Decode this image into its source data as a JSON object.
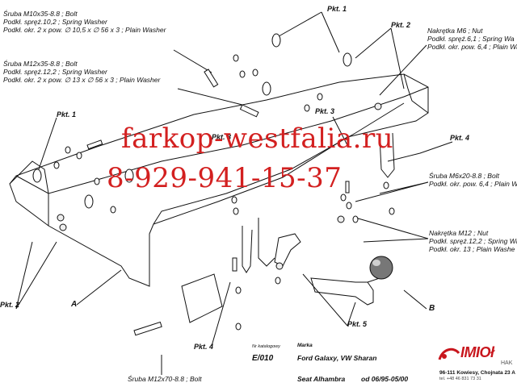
{
  "labels": {
    "bolt_m10": [
      "Śruba M10x35-8.8 ;  Bolt",
      "Podkł. spręż.10,2 ; Spring Washer",
      "Podkł. okr. 2 x pow. ∅ 10,5 x ∅ 56 x 3 ; Plain Washer"
    ],
    "bolt_m12": [
      "Śruba M12x35-8.8 ;  Bolt",
      "Podkł. spręż.12,2 ; Spring Washer",
      "Podkł. okr. 2 x pow. ∅ 13 x ∅ 56 x 3 ; Plain Washer"
    ],
    "nut_m6": [
      "Nakrętka  M6 ; Nut",
      "Podkł. spręż.6,1 ; Spring Wa",
      "Podkł. okr. pow. 6,4 ; Plain Wa"
    ],
    "bolt_m6": [
      "Śruba M6x20-8.8 ;  Bolt",
      "Podkł. okr. pow.  6,4 ; Plain W"
    ],
    "nut_m12": [
      "Nakrętka  M12 ; Nut",
      "Podkł. spręż.12,2 ; Spring Wa",
      "Podkł. okr. 13 ; Plain Washe"
    ],
    "bolt_m12x70": "Śruba M12x70-8.8 ;  Bolt"
  },
  "pkt": {
    "p1_top": "Pkt. 1",
    "p2_top": "Pkt. 2",
    "p3_right": "Pkt. 3",
    "p3_mid": "Pkt. 3",
    "p1_left": "Pkt. 1",
    "p4_right": "Pkt. 4",
    "p2_left": "Pkt. 2",
    "p5": "Pkt. 5",
    "p4_bottom": "Pkt. 4"
  },
  "letters": {
    "a": "A",
    "b": "B"
  },
  "watermark": {
    "site": "farkop-westfalia.ru",
    "phone": "8-929-941-15-37"
  },
  "catalog": {
    "nr_label": "Nr katalogowy",
    "marka_label": "Marka",
    "number": "E/010",
    "model1": "Ford Galaxy, VW Sharan",
    "model2": "Seat Alhambra",
    "date": "od  06/95-05/00"
  },
  "brand": {
    "name": "IMIOł",
    "suffix": "HAK",
    "address": "96-111 Kowiesy, Chojnata 23 A",
    "tel": "tel. +48 46 831 73 31",
    "color": "#c8161d"
  },
  "colors": {
    "watermark": "#d32020",
    "line": "#111111"
  }
}
